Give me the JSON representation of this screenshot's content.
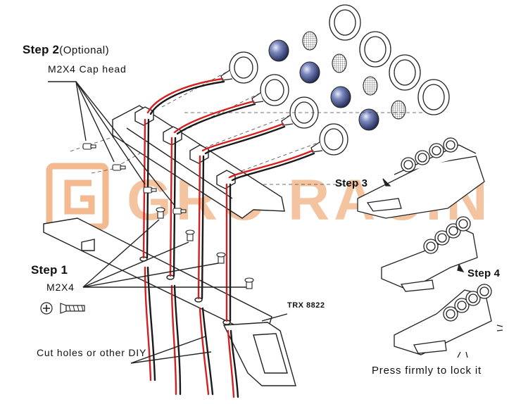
{
  "labels": {
    "step2_title": "Step 2",
    "step2_optional": "(Optional)",
    "step2_screw": "M2X4 Cap head",
    "step1_title": "Step 1",
    "step1_screw": "M2X4",
    "trx_model": "TRX 8822",
    "cut_holes": "Cut holes or other DIY",
    "step3_title": "Step 3",
    "step4_title": "Step 4",
    "press_lock": "Press firmly to lock it"
  },
  "watermark": "GRC RACING",
  "colors": {
    "wire_red": "#d42020",
    "wire_black": "#1a1a1a",
    "watermark": "#f3b98f",
    "line": "#222222",
    "lens_blue": "#3c4a8c"
  }
}
